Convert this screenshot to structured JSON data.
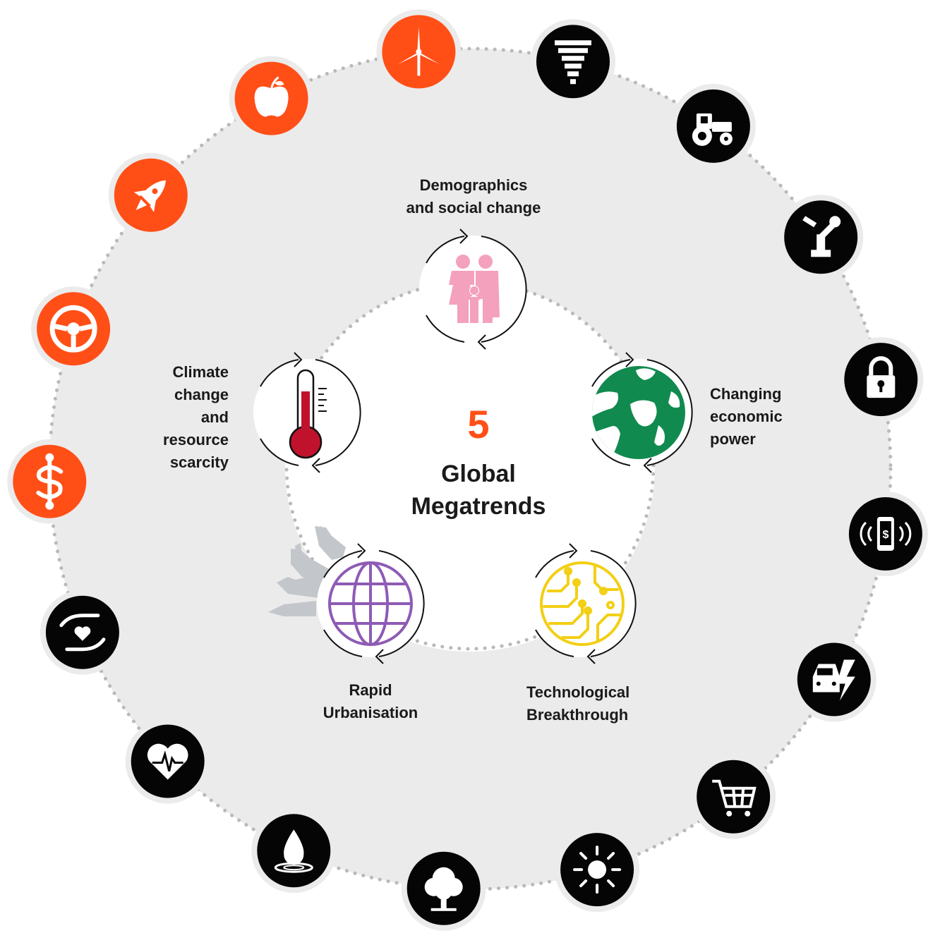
{
  "colors": {
    "ring_background": "#ebebeb",
    "center_disc": "#ffffff",
    "orange": "#ff4f17",
    "black": "#050505",
    "dots": "#b9b9b9",
    "people": "#f4a1bd",
    "globe_green": "#118a4f",
    "thermometer_red": "#c1122d",
    "urban_purple": "#8e5bb5",
    "tech_yellow": "#f3cf14",
    "skyline_grey": "#c3c6ca"
  },
  "center": {
    "number": "5",
    "line1": "Global",
    "line2": "Megatrends"
  },
  "megatrends": [
    {
      "id": "demographics",
      "lines": [
        "Demographics",
        "and social change"
      ],
      "icon": "family-icon"
    },
    {
      "id": "economic",
      "lines": [
        "Changing",
        "economic",
        "power"
      ],
      "icon": "globe-icon"
    },
    {
      "id": "technology",
      "lines": [
        "Technological",
        "Breakthrough"
      ],
      "icon": "circuit-globe-icon"
    },
    {
      "id": "urbanisation",
      "lines": [
        "Rapid",
        "Urbanisation"
      ],
      "icon": "city-globe-icon"
    },
    {
      "id": "climate",
      "lines": [
        "Climate",
        "change",
        "and",
        "resource",
        "scarcity"
      ],
      "icon": "thermometer-icon"
    }
  ],
  "outer_icons": [
    {
      "name": "wind-turbine-icon",
      "color": "orange"
    },
    {
      "name": "population-pyramid-icon",
      "color": "black"
    },
    {
      "name": "tractor-icon",
      "color": "black"
    },
    {
      "name": "robot-arm-icon",
      "color": "black"
    },
    {
      "name": "padlock-icon",
      "color": "black"
    },
    {
      "name": "mobile-payment-icon",
      "color": "black"
    },
    {
      "name": "electric-car-icon",
      "color": "black"
    },
    {
      "name": "shopping-cart-icon",
      "color": "black"
    },
    {
      "name": "sun-icon",
      "color": "black"
    },
    {
      "name": "tree-icon",
      "color": "black"
    },
    {
      "name": "water-drop-icon",
      "color": "black"
    },
    {
      "name": "heart-rate-icon",
      "color": "black"
    },
    {
      "name": "caring-hands-icon",
      "color": "black"
    },
    {
      "name": "healthcare-dollar-icon",
      "color": "orange"
    },
    {
      "name": "steering-wheel-icon",
      "color": "orange"
    },
    {
      "name": "rocket-icon",
      "color": "orange"
    },
    {
      "name": "apple-icon",
      "color": "orange"
    }
  ]
}
